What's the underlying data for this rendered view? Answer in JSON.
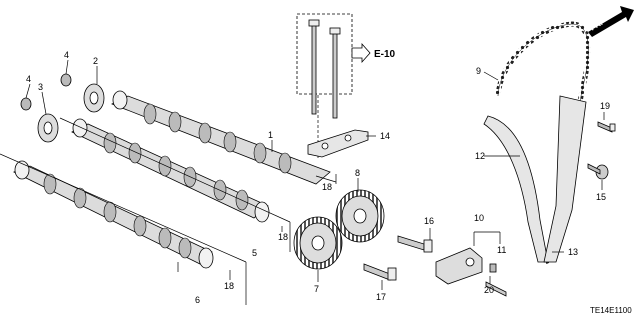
{
  "diagram": {
    "direction_label": "FR.",
    "reference_label": "E-10",
    "drawing_code": "TE14E1100",
    "callouts": [
      "1",
      "2",
      "3",
      "4",
      "4",
      "5",
      "6",
      "7",
      "8",
      "9",
      "10",
      "11",
      "12",
      "13",
      "14",
      "15",
      "16",
      "17",
      "18",
      "18",
      "18",
      "19",
      "20"
    ]
  }
}
